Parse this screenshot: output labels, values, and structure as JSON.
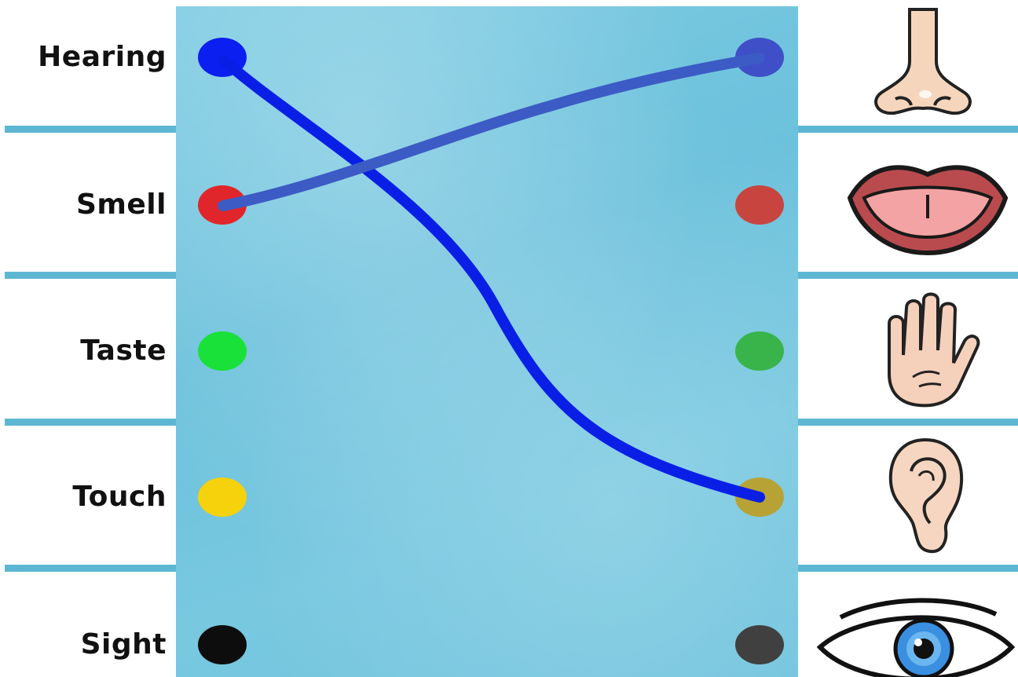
{
  "senses": [
    {
      "label": "Hearing",
      "dot_color": "#0b1ff0"
    },
    {
      "label": "Smell",
      "dot_color": "#e0262a"
    },
    {
      "label": "Taste",
      "dot_color": "#19e13a"
    },
    {
      "label": "Touch",
      "dot_color": "#f5d20c"
    },
    {
      "label": "Sight",
      "dot_color": "#0d0d0d"
    }
  ],
  "pictures": [
    {
      "icon": "nose-icon",
      "dot_color": "#3f4fc7"
    },
    {
      "icon": "mouth-icon",
      "dot_color": "#c8453f"
    },
    {
      "icon": "hand-icon",
      "dot_color": "#38b44a"
    },
    {
      "icon": "ear-icon",
      "dot_color": "#b7a335"
    },
    {
      "icon": "eye-icon",
      "dot_color": "#404040"
    }
  ],
  "connections": [
    {
      "from": "Hearing",
      "to": "ear-icon",
      "color": "#0a1fe6"
    },
    {
      "from": "Smell",
      "to": "nose-icon",
      "color": "#3c5bc4"
    }
  ],
  "colors": {
    "board": "#72c5df",
    "separator": "#5db7d2"
  }
}
